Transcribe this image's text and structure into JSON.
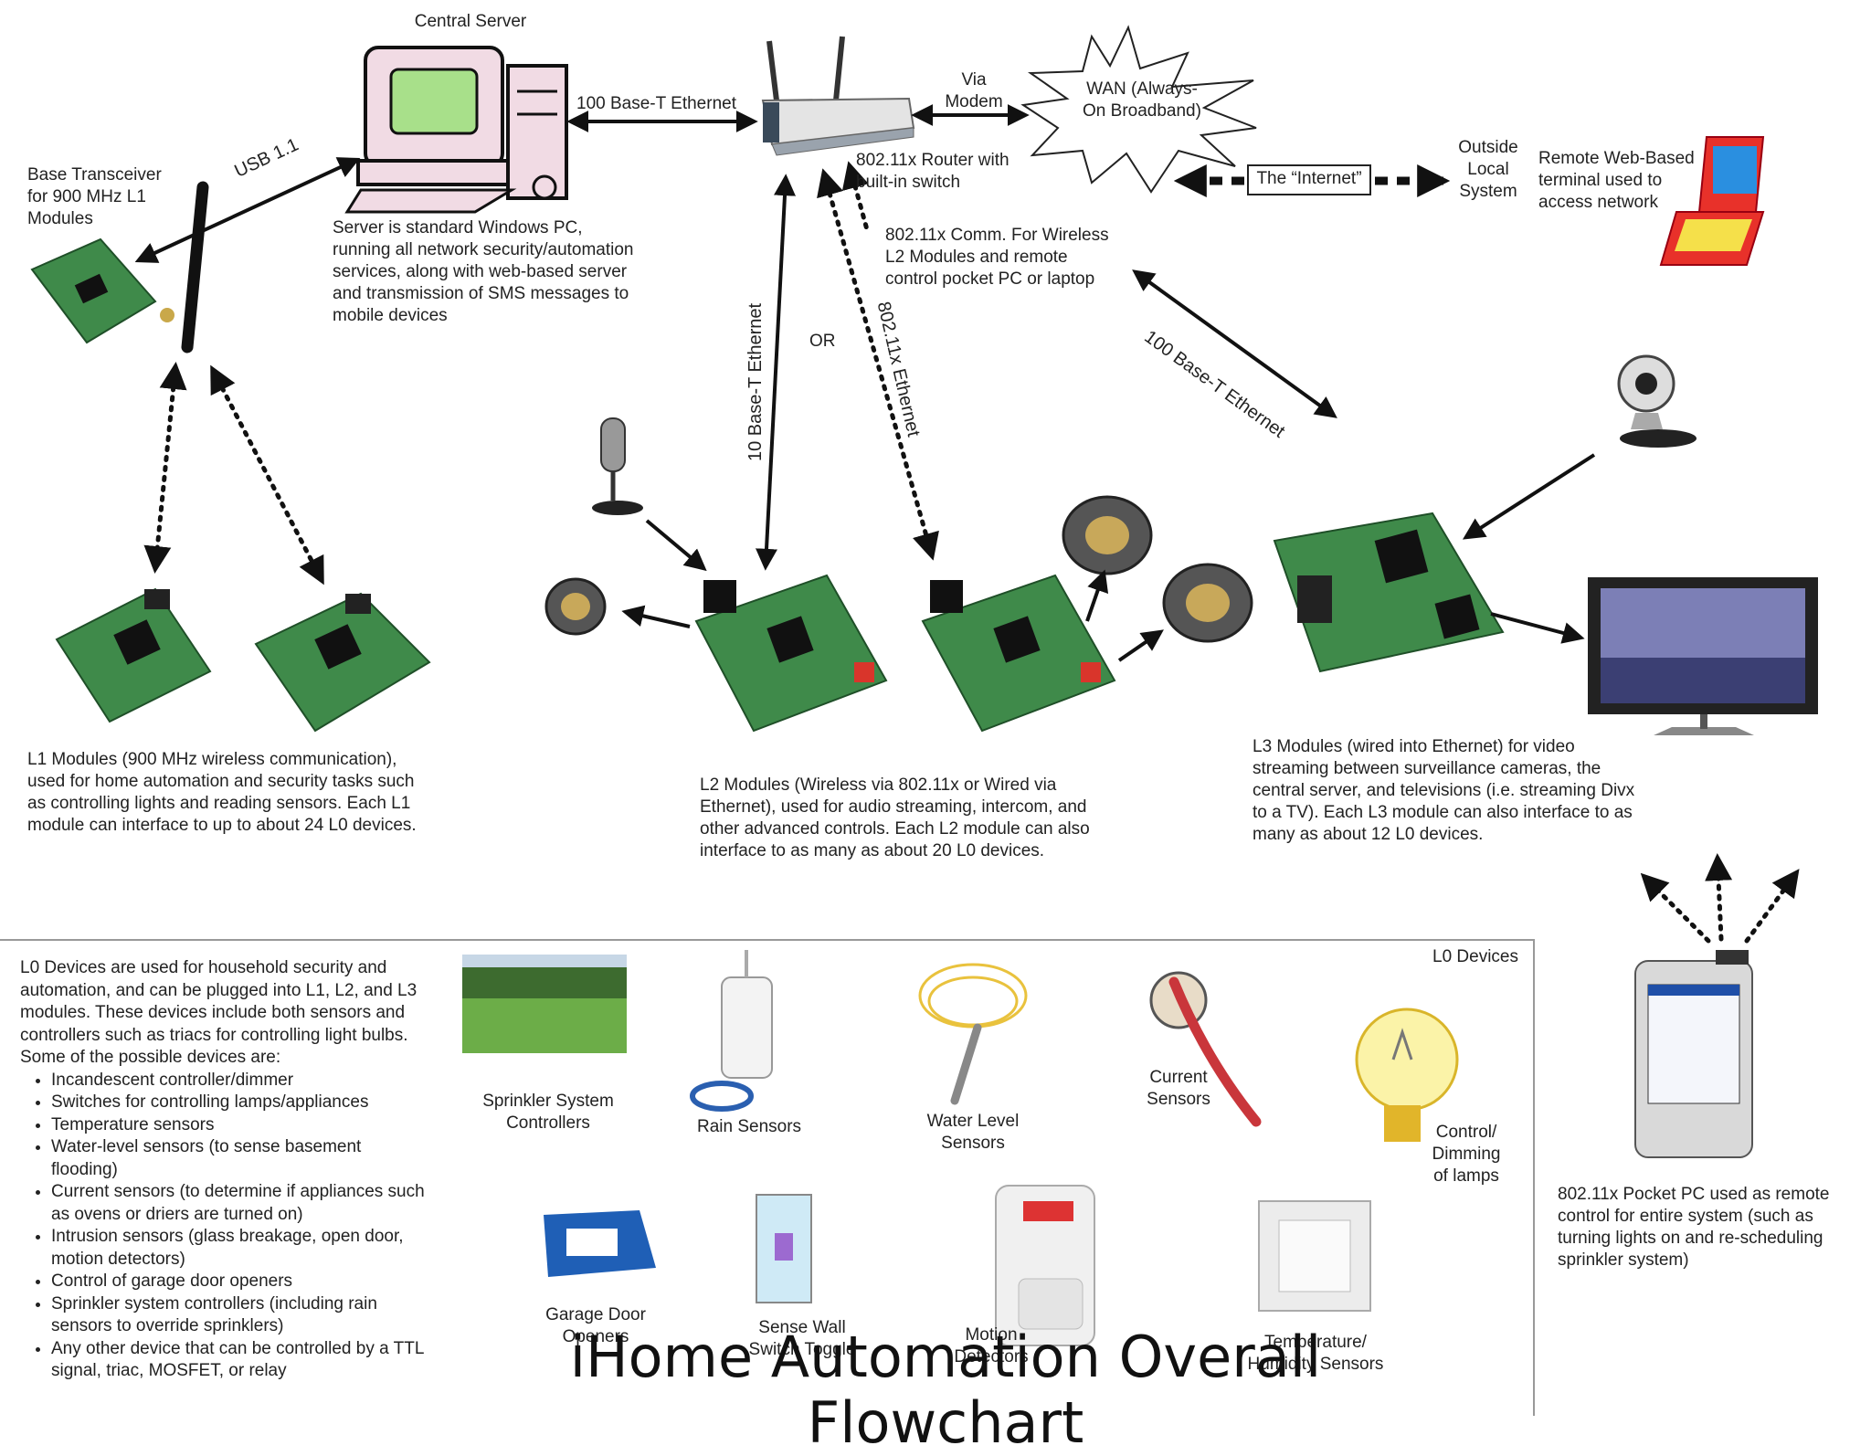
{
  "title": "iHome Automation Overall Flowchart",
  "server": {
    "label": "Central Server",
    "description": "Server is standard Windows PC,\nrunning all network security/automation\nservices, along with web-based server\nand transmission of SMS messages to\nmobile devices"
  },
  "router": {
    "label": "802.11x Router with\nbuilt-in switch"
  },
  "wan": {
    "label": "WAN (Always-\nOn Broadband)"
  },
  "links": {
    "usb": "USB 1.1",
    "server_router": "100 Base-T Ethernet",
    "via_modem": "Via\nModem",
    "internet": "The “Internet”",
    "wireless_comm": "802.11x Comm. For Wireless\nL2 Modules and remote\ncontrol pocket PC or laptop",
    "l3_ethernet": "100 Base-T Ethernet",
    "l2_wired": "10 Base-T Ethernet",
    "l2_wireless": "802.11x Ethernet",
    "or": "OR"
  },
  "outside": {
    "label": "Outside\nLocal\nSystem"
  },
  "remote": {
    "label": "Remote Web-Based\nterminal used to\naccess network"
  },
  "base_transceiver": {
    "label": "Base Transceiver\nfor 900 MHz L1\nModules"
  },
  "l1": {
    "description": "L1 Modules (900 MHz wireless communication),\nused for home automation and security tasks such\nas controlling lights and reading sensors. Each L1\nmodule can interface to up to about 24 L0 devices."
  },
  "l2": {
    "description": "L2 Modules (Wireless via 802.11x or Wired via\nEthernet), used for audio streaming, intercom, and\nother advanced controls. Each L2 module can also\ninterface to as many as about 20 L0 devices."
  },
  "l3": {
    "description": "L3 Modules (wired into Ethernet) for video\nstreaming between surveillance cameras, the\ncentral server, and televisions (i.e. streaming Divx\nto a TV). Each L3 module can also interface to as\nmany as about 12 L0 devices."
  },
  "pocket_pc": {
    "description": "802.11x Pocket PC used as remote\ncontrol for entire system (such as\nturning lights on and re-scheduling\nsprinkler system)"
  },
  "l0": {
    "heading": "L0 Devices",
    "intro": "L0 Devices are used for household security and automation, and can be plugged into L1, L2, and L3 modules. These devices include both sensors and controllers such as triacs for controlling light bulbs.  Some of the possible devices are:",
    "items": [
      "Incandescent controller/dimmer",
      "Switches for controlling lamps/appliances",
      "Temperature sensors",
      "Water-level sensors (to sense basement flooding)",
      "Current sensors (to determine if appliances such as ovens or driers are turned on)",
      "Intrusion sensors (glass breakage, open door, motion detectors)",
      "Control of garage door openers",
      "Sprinkler system controllers (including rain sensors to override sprinklers)",
      "Any other device that can be controlled by a TTL signal, triac, MOSFET, or relay"
    ],
    "devices": {
      "sprinkler": "Sprinkler System\nControllers",
      "rain": "Rain Sensors",
      "water": "Water Level\nSensors",
      "current": "Current\nSensors",
      "lamp": "Control/\nDimming\nof lamps",
      "garage": "Garage Door\nOpeners",
      "wall": "Sense Wall\nSwitch Toggle",
      "motion": "Motion\nDetectors",
      "temp": "Temperature/\nHumidity Sensors"
    }
  },
  "colors": {
    "pcb": "#2f7a3b",
    "laptop": "#e8312a",
    "screen": "#a8e08a",
    "lamp": "#f3d23a"
  }
}
